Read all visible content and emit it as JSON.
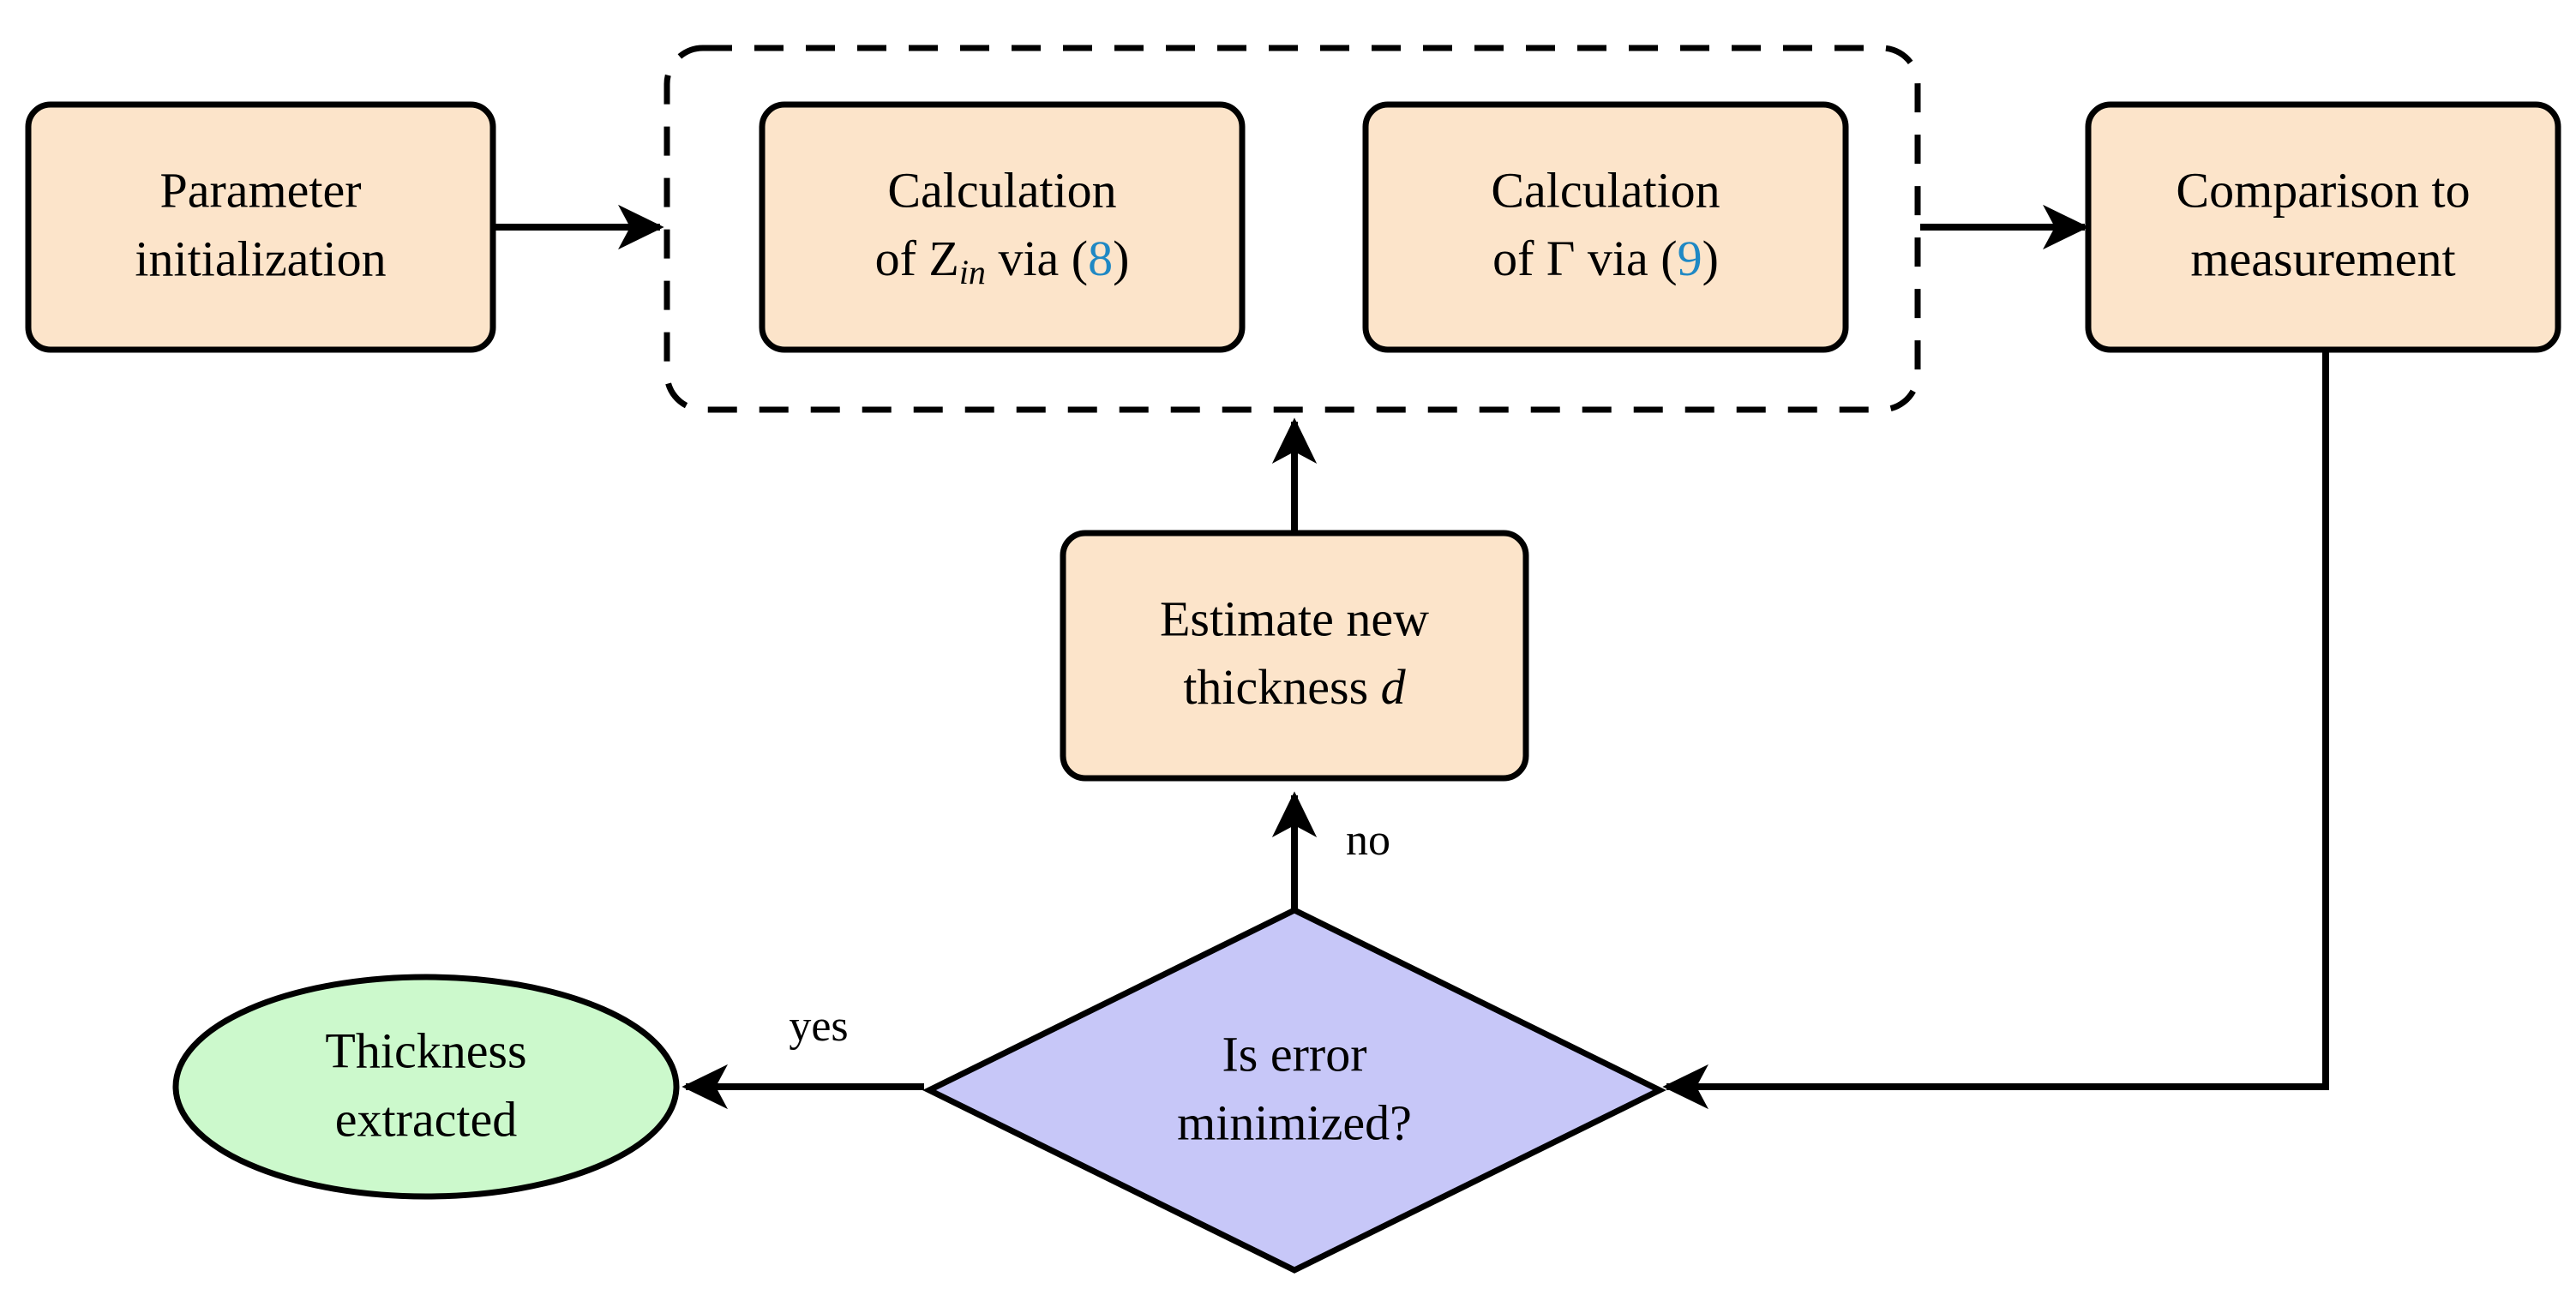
{
  "diagram": {
    "title": "Thickness extraction iterative algorithm flowchart",
    "colors": {
      "process_fill": "#fce4ca",
      "decision_fill": "#c7c7f8",
      "terminal_fill": "#ccf9cc",
      "stroke": "#000000",
      "reference_link": "#1f88c4",
      "background": "#ffffff"
    }
  },
  "nodes": {
    "parameter_initialization": {
      "shape": "rounded-rectangle",
      "line1": "Parameter",
      "line2": "initialization"
    },
    "calculation_zin": {
      "shape": "rounded-rectangle",
      "line1": "Calculation",
      "line2_prefix": "of Z",
      "line2_subscript": "in",
      "line2_mid": " via (",
      "line2_ref": "8",
      "line2_suffix": ")"
    },
    "calculation_gamma": {
      "shape": "rounded-rectangle",
      "line1": "Calculation",
      "line2_prefix": "of Γ via (",
      "line2_ref": "9",
      "line2_suffix": ")"
    },
    "comparison_to_measurement": {
      "shape": "rounded-rectangle",
      "line1": "Comparison to",
      "line2": "measurement"
    },
    "estimate_new_thickness": {
      "shape": "rounded-rectangle",
      "line1": "Estimate new",
      "line2_prefix": "thickness ",
      "line2_var": "d"
    },
    "is_error_minimized": {
      "shape": "diamond",
      "line1": "Is error",
      "line2": "minimized?"
    },
    "thickness_extracted": {
      "shape": "ellipse",
      "line1": "Thickness",
      "line2": "extracted"
    },
    "model_group": {
      "shape": "dashed-rounded-rectangle",
      "label": ""
    }
  },
  "edges": {
    "init_to_group": {
      "label": ""
    },
    "group_to_comparison": {
      "label": ""
    },
    "comparison_to_decision": {
      "label": ""
    },
    "decision_to_estimate": {
      "label": "no"
    },
    "estimate_to_group": {
      "label": ""
    },
    "decision_to_extracted": {
      "label": "yes"
    }
  }
}
